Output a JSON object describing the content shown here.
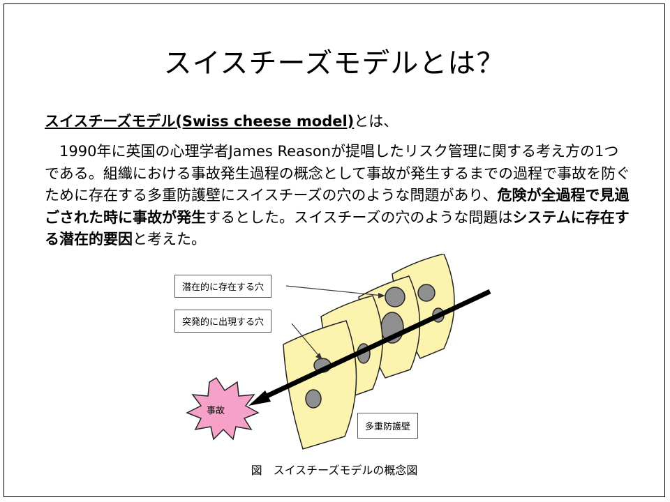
{
  "title": "スイスチーズモデルとは？",
  "subhead": {
    "term": "スイスチーズモデル(Swiss cheese model)",
    "suffix": "とは、"
  },
  "body": {
    "indent": "　",
    "p1": "1990年に英国の心理学者James Reasonが提唱したリスク管理に関する考え方の1つである。組織における事故発生過程の概念として事故が発生するまでの過程で事故を防ぐために存在する多重防護壁にスイスチーズの穴のような問題があり、",
    "b1": "危険が全過程で見過ごされた時に事故が発生",
    "p2": "するとした。スイスチーズの穴のような問題は",
    "b2": "システムに存在する潜在的要因",
    "p3": "と考えた。"
  },
  "figure": {
    "label_latent": "潜在的に存在する穴",
    "label_sudden": "突発的に出現する穴",
    "label_accident": "事故",
    "label_layers": "多重防護壁",
    "colors": {
      "cheese": "#fcf4ae",
      "hole": "#8f8f8f",
      "accident": "#f6a2c8",
      "arrow": "#000000"
    }
  },
  "caption": "図　スイスチーズモデルの概念図"
}
